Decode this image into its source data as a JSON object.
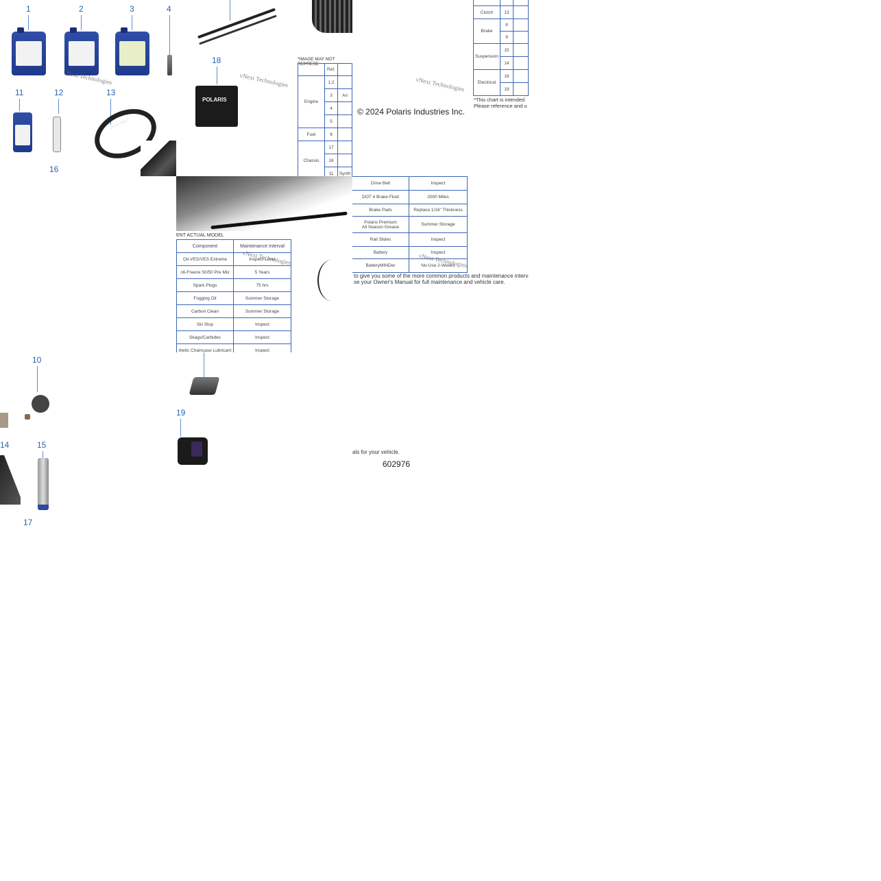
{
  "callouts": [
    "1",
    "2",
    "3",
    "4",
    "11",
    "12",
    "13",
    "16",
    "18",
    "10",
    "19",
    "14",
    "15",
    "17"
  ],
  "watermark": "vNext Technologies",
  "image_note": "*IMAGE MAY NOT REPRESE",
  "image_note_cont": "ENT ACTUAL MODEL",
  "copyright": "© 2024 Polaris Industries Inc.",
  "part_number": "602976",
  "chart_note_1": "*This chart is intended",
  "chart_note_2": "Please reference and u",
  "bottom_text_1": "to give you some of the more common products and maintenance interva",
  "bottom_text_2": "se your Owner's Manual for full maintenance and vehicle care.",
  "bottom_text_3": "als for your vehicle.",
  "ref_table": {
    "header": "Ref.",
    "rows": [
      {
        "group": "Engine",
        "refs": [
          "1,2",
          "3",
          "4",
          "5"
        ],
        "extra": [
          "",
          "An",
          "",
          ""
        ]
      },
      {
        "group": "Fuel",
        "refs": [
          "6"
        ],
        "extra": [
          ""
        ]
      },
      {
        "group": "Chassis",
        "refs": [
          "17",
          "16",
          "11"
        ],
        "extra": [
          "",
          "",
          "Synth"
        ]
      }
    ]
  },
  "right_table": {
    "rows": [
      {
        "group": "Clutch",
        "refs": [
          "13"
        ]
      },
      {
        "group": "Brake",
        "refs": [
          "8",
          "9"
        ]
      },
      {
        "group": "Suspension",
        "refs": [
          "15",
          "14"
        ]
      },
      {
        "group": "Electrical",
        "refs": [
          "18",
          "19"
        ]
      }
    ]
  },
  "component_table": {
    "col1": "Component",
    "col2": "Maintenance Interval",
    "rows": [
      [
        "Oil-VES/VES Extreme",
        "Inspect Level"
      ],
      [
        "nti-Freeze 50/50 Pre Mix",
        "5 Years"
      ],
      [
        "Spark Plugs",
        "75 hrs"
      ],
      [
        "Fogging Oil",
        "Summer Storage"
      ],
      [
        "Carbon Clean",
        "Summer Storage"
      ],
      [
        "Ski Stop",
        "Inspect"
      ],
      [
        "Skags/Carbides",
        "Inspect"
      ],
      [
        "thetic Chaincase Lubricant",
        "Inspect"
      ]
    ]
  },
  "service_table": {
    "rows": [
      [
        "Drive Belt",
        "Inspect"
      ],
      [
        "DOT 4 Brake Fluid",
        "2000 Miles"
      ],
      [
        "Brake Pads",
        "Replace 1/16\" Thickness"
      ],
      [
        "Polaris Premium\nAll Season Grease",
        "Summer Storage"
      ],
      [
        "Rail Slides",
        "Inspect"
      ],
      [
        "Battery",
        "Inspect"
      ],
      [
        "BatteryMINDer",
        "No-Use 2-Weeks"
      ]
    ]
  },
  "brand_label": "POLARIS",
  "belt_label": "DRIVE BELT"
}
